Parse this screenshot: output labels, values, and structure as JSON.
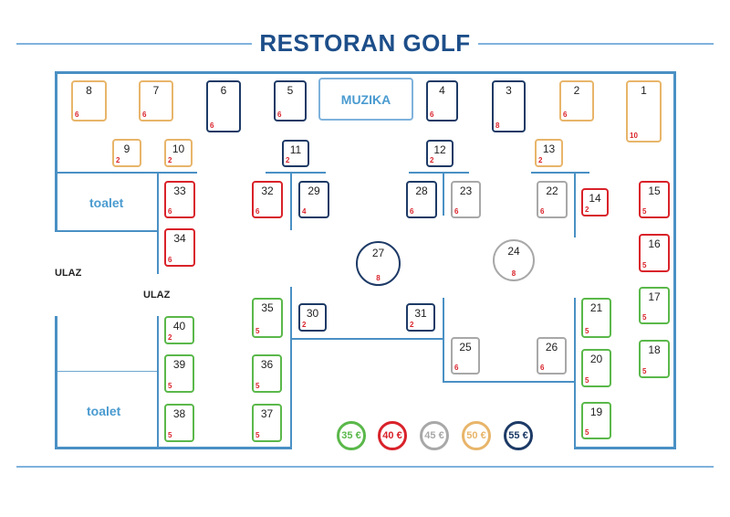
{
  "title": "RESTORAN GOLF",
  "stage_label": "MUZIKA",
  "rooms": {
    "toilet": "toalet",
    "entrance": "ULAZ"
  },
  "colors": {
    "price_35": "#5ab84a",
    "price_40": "#d9222a",
    "price_45": "#a8a8a8",
    "price_50": "#e8b56a",
    "price_55": "#1d3a66",
    "walls": "#4a90c4",
    "title": "#1d4e89",
    "seat_count": "#d9222a"
  },
  "legend": [
    {
      "label": "35 €",
      "tier": "35"
    },
    {
      "label": "40 €",
      "tier": "40"
    },
    {
      "label": "45 €",
      "tier": "45"
    },
    {
      "label": "50 €",
      "tier": "50"
    },
    {
      "label": "55 €",
      "tier": "55"
    }
  ],
  "tables": [
    {
      "number": "1",
      "seats": "10",
      "tier": "50"
    },
    {
      "number": "2",
      "seats": "6",
      "tier": "50"
    },
    {
      "number": "3",
      "seats": "8",
      "tier": "55"
    },
    {
      "number": "4",
      "seats": "6",
      "tier": "55"
    },
    {
      "number": "5",
      "seats": "6",
      "tier": "55"
    },
    {
      "number": "6",
      "seats": "6",
      "tier": "55"
    },
    {
      "number": "7",
      "seats": "6",
      "tier": "50"
    },
    {
      "number": "8",
      "seats": "6",
      "tier": "50"
    },
    {
      "number": "9",
      "seats": "2",
      "tier": "50"
    },
    {
      "number": "10",
      "seats": "2",
      "tier": "50"
    },
    {
      "number": "11",
      "seats": "2",
      "tier": "55"
    },
    {
      "number": "12",
      "seats": "2",
      "tier": "55"
    },
    {
      "number": "13",
      "seats": "2",
      "tier": "50"
    },
    {
      "number": "14",
      "seats": "2",
      "tier": "40"
    },
    {
      "number": "15",
      "seats": "5",
      "tier": "40"
    },
    {
      "number": "16",
      "seats": "5",
      "tier": "40"
    },
    {
      "number": "17",
      "seats": "5",
      "tier": "35"
    },
    {
      "number": "18",
      "seats": "5",
      "tier": "35"
    },
    {
      "number": "19",
      "seats": "5",
      "tier": "35"
    },
    {
      "number": "20",
      "seats": "5",
      "tier": "35"
    },
    {
      "number": "21",
      "seats": "5",
      "tier": "35"
    },
    {
      "number": "22",
      "seats": "6",
      "tier": "45"
    },
    {
      "number": "23",
      "seats": "6",
      "tier": "45"
    },
    {
      "number": "24",
      "seats": "8",
      "tier": "45"
    },
    {
      "number": "25",
      "seats": "6",
      "tier": "45"
    },
    {
      "number": "26",
      "seats": "6",
      "tier": "45"
    },
    {
      "number": "27",
      "seats": "8",
      "tier": "55"
    },
    {
      "number": "28",
      "seats": "6",
      "tier": "55"
    },
    {
      "number": "29",
      "seats": "4",
      "tier": "55"
    },
    {
      "number": "30",
      "seats": "2",
      "tier": "55"
    },
    {
      "number": "31",
      "seats": "2",
      "tier": "55"
    },
    {
      "number": "32",
      "seats": "6",
      "tier": "40"
    },
    {
      "number": "33",
      "seats": "6",
      "tier": "40"
    },
    {
      "number": "34",
      "seats": "6",
      "tier": "40"
    },
    {
      "number": "35",
      "seats": "5",
      "tier": "35"
    },
    {
      "number": "36",
      "seats": "5",
      "tier": "35"
    },
    {
      "number": "37",
      "seats": "5",
      "tier": "35"
    },
    {
      "number": "38",
      "seats": "5",
      "tier": "35"
    },
    {
      "number": "39",
      "seats": "5",
      "tier": "35"
    },
    {
      "number": "40",
      "seats": "2",
      "tier": "35"
    }
  ]
}
